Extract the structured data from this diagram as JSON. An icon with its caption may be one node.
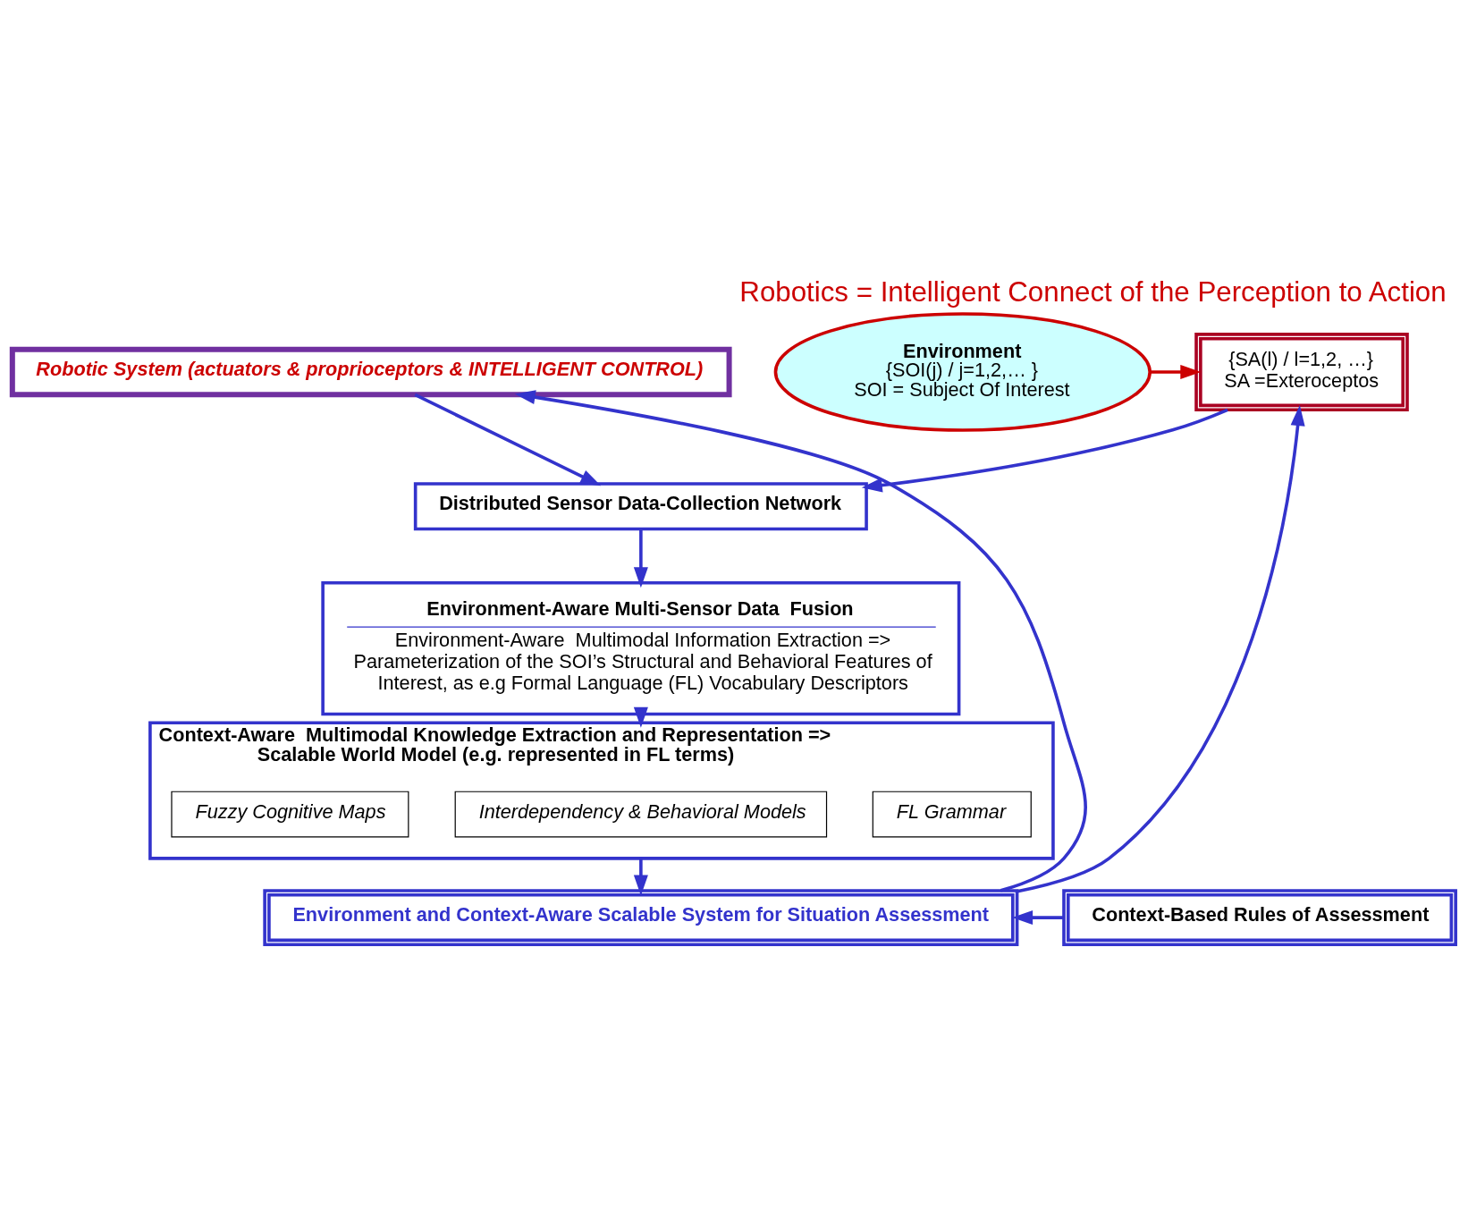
{
  "diagram": {
    "title": "Robotics = Intelligent Connect of the Perception to Action",
    "nodes": [
      {
        "text": [
          "Robotic System (actuators & proprioceptors & INTELLIGENT CONTROL)"
        ]
      },
      {
        "text": [
          "{SA(l) / l=1,2, …}",
          "SA =Exteroceptos"
        ]
      },
      {
        "text": [
          "Environment",
          "{SOI(j) / j=1,2,… }",
          "SOI = Subject Of Interest"
        ]
      },
      {
        "text": [
          "Distributed Sensor Data-Collection Network"
        ]
      },
      {
        "text": [
          "Environment-Aware Multi-Sensor Data  Fusion",
          "Environment-Aware  Multimodal Information Extraction => Parameterization of the SOI’s Structural and Behavioral Features of Interest, as e.g Formal Language (FL) Vocabulary Descriptors"
        ]
      },
      {
        "text": [
          "Context-Aware  Multimodal Knowledge Extraction and Representation => Scalable World Model (e.g. represented in FL terms)"
        ]
      },
      {
        "text": [
          "FL Grammar"
        ],
        "in": 5
      },
      {
        "text": [
          "Interdependency & Behavioral Models"
        ],
        "in": 5
      },
      {
        "text": [
          "Fuzzy Cognitive Maps"
        ],
        "in": 5
      },
      {
        "text": [
          "Environment and Context-Aware Scalable System for Situation Assessment"
        ]
      },
      {
        "text": [
          "Context-Based Rules of Assessment"
        ]
      }
    ],
    "edges": [
      {
        "from": 0,
        "to": 3,
        "arrow": "to"
      },
      {
        "from": 2,
        "to": 1,
        "arrow": "to",
        "color": "#cc0000"
      },
      {
        "from": 1,
        "to": 3,
        "arrow": "to"
      },
      {
        "from": 3,
        "to": 4,
        "arrow": "to"
      },
      {
        "from": 4,
        "to": 5,
        "arrow": "to"
      },
      {
        "from": 5,
        "to": 9,
        "arrow": "to"
      },
      {
        "from": 10,
        "to": 9,
        "arrow": "to"
      },
      {
        "from": 9,
        "to": 1,
        "arrow": "to"
      },
      {
        "from": 9,
        "to": 0,
        "arrow": "to"
      }
    ]
  }
}
